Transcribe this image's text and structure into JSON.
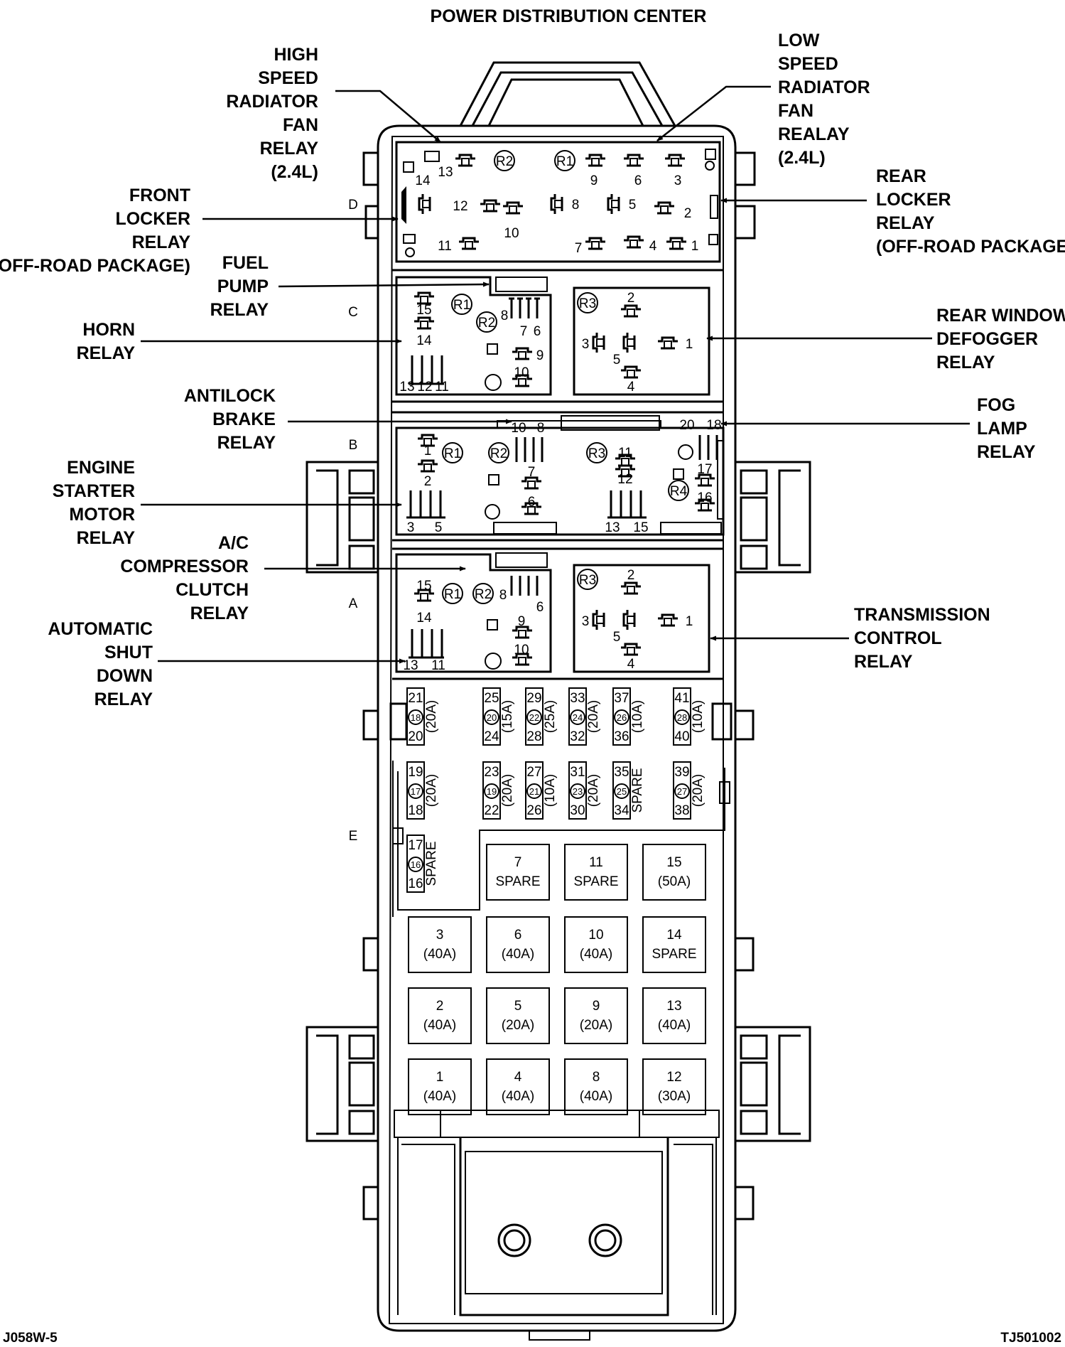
{
  "title": "POWER DISTRIBUTION CENTER",
  "footer": {
    "left": "J058W-5",
    "right": "TJ501002"
  },
  "sections": {
    "d": "D",
    "c": "C",
    "b": "B",
    "a": "A",
    "e": "E"
  },
  "callouts": {
    "high_speed_fan": [
      "HIGH",
      "SPEED",
      "RADIATOR",
      "FAN",
      "RELAY",
      "(2.4L)"
    ],
    "low_speed_fan": [
      "LOW",
      "SPEED",
      "RADIATOR",
      "FAN",
      "REALAY",
      "(2.4L)"
    ],
    "front_locker": [
      "FRONT",
      "LOCKER",
      "RELAY",
      "(OFF-ROAD PACKAGE)"
    ],
    "rear_locker": [
      "REAR",
      "LOCKER",
      "RELAY",
      "(OFF-ROAD PACKAGE)"
    ],
    "fuel_pump": [
      "FUEL",
      "PUMP",
      "RELAY"
    ],
    "horn": [
      "HORN",
      "RELAY"
    ],
    "rear_defogger": [
      "REAR WINDOW",
      "DEFOGGER",
      "RELAY"
    ],
    "antilock": [
      "ANTILOCK",
      "BRAKE",
      "RELAY"
    ],
    "fog_lamp": [
      "FOG",
      "LAMP",
      "RELAY"
    ],
    "starter": [
      "ENGINE",
      "STARTER",
      "MOTOR",
      "RELAY"
    ],
    "ac_clutch": [
      "A/C",
      "COMPRESSOR",
      "CLUTCH",
      "RELAY"
    ],
    "asd": [
      "AUTOMATIC",
      "SHUT",
      "DOWN",
      "RELAY"
    ],
    "transmission": [
      "TRANSMISSION",
      "CONTROL",
      "RELAY"
    ]
  },
  "relay_d": {
    "r2": "R2",
    "r1": "R1",
    "pins": [
      "14",
      "13",
      "12",
      "11",
      "10",
      "9",
      "6",
      "3",
      "8",
      "5",
      "2",
      "7",
      "4",
      "1"
    ]
  },
  "relay_c": {
    "r1": "R1",
    "r2": "R2",
    "r3": "R3",
    "pins_left": [
      "15",
      "14",
      "8",
      "7",
      "6",
      "9",
      "10",
      "13",
      "12",
      "11"
    ],
    "pins_right": [
      "2",
      "3",
      "5",
      "1",
      "4"
    ]
  },
  "relay_b": {
    "r1": "R1",
    "r2": "R2",
    "r3": "R3",
    "r4": "R4",
    "pins": [
      "10",
      "8",
      "20",
      "18",
      "1",
      "2",
      "7",
      "6",
      "3",
      "5",
      "11",
      "12",
      "13",
      "15",
      "17",
      "16"
    ]
  },
  "relay_a": {
    "r1": "R1",
    "r2": "R2",
    "r3": "R3",
    "pins_left": [
      "15",
      "14",
      "8",
      "6",
      "9",
      "10",
      "13",
      "11"
    ],
    "pins_right": [
      "2",
      "3",
      "5",
      "1",
      "4"
    ]
  },
  "mini_fuses_top": [
    {
      "top": "21",
      "mid": "18",
      "bot": "20",
      "rating": "(20A)"
    },
    {
      "top": "25",
      "mid": "20",
      "bot": "24",
      "rating": "(15A)"
    },
    {
      "top": "29",
      "mid": "22",
      "bot": "28",
      "rating": "(25A)"
    },
    {
      "top": "33",
      "mid": "24",
      "bot": "32",
      "rating": "(20A)"
    },
    {
      "top": "37",
      "mid": "26",
      "bot": "36",
      "rating": "(10A)"
    },
    {
      "top": "41",
      "mid": "28",
      "bot": "40",
      "rating": "(10A)"
    }
  ],
  "mini_fuses_bottom": [
    {
      "top": "19",
      "mid": "17",
      "bot": "18",
      "rating": "(20A)"
    },
    {
      "top": "23",
      "mid": "19",
      "bot": "22",
      "rating": "(20A)"
    },
    {
      "top": "27",
      "mid": "21",
      "bot": "26",
      "rating": "(10A)"
    },
    {
      "top": "31",
      "mid": "23",
      "bot": "30",
      "rating": "(20A)"
    },
    {
      "top": "35",
      "mid": "25",
      "bot": "34",
      "rating": "SPARE"
    },
    {
      "top": "39",
      "mid": "27",
      "bot": "38",
      "rating": "(20A)"
    }
  ],
  "mini_fuse_spare": {
    "top": "17",
    "mid": "16",
    "bot": "16",
    "rating": "SPARE"
  },
  "maxi_fuses": [
    [
      null,
      {
        "num": "7",
        "rating": "SPARE"
      },
      {
        "num": "11",
        "rating": "SPARE"
      },
      {
        "num": "15",
        "rating": "(50A)"
      }
    ],
    [
      {
        "num": "3",
        "rating": "(40A)"
      },
      {
        "num": "6",
        "rating": "(40A)"
      },
      {
        "num": "10",
        "rating": "(40A)"
      },
      {
        "num": "14",
        "rating": "SPARE"
      }
    ],
    [
      {
        "num": "2",
        "rating": "(40A)"
      },
      {
        "num": "5",
        "rating": "(20A)"
      },
      {
        "num": "9",
        "rating": "(20A)"
      },
      {
        "num": "13",
        "rating": "(40A)"
      }
    ],
    [
      {
        "num": "1",
        "rating": "(40A)"
      },
      {
        "num": "4",
        "rating": "(40A)"
      },
      {
        "num": "8",
        "rating": "(40A)"
      },
      {
        "num": "12",
        "rating": "(30A)"
      }
    ]
  ]
}
